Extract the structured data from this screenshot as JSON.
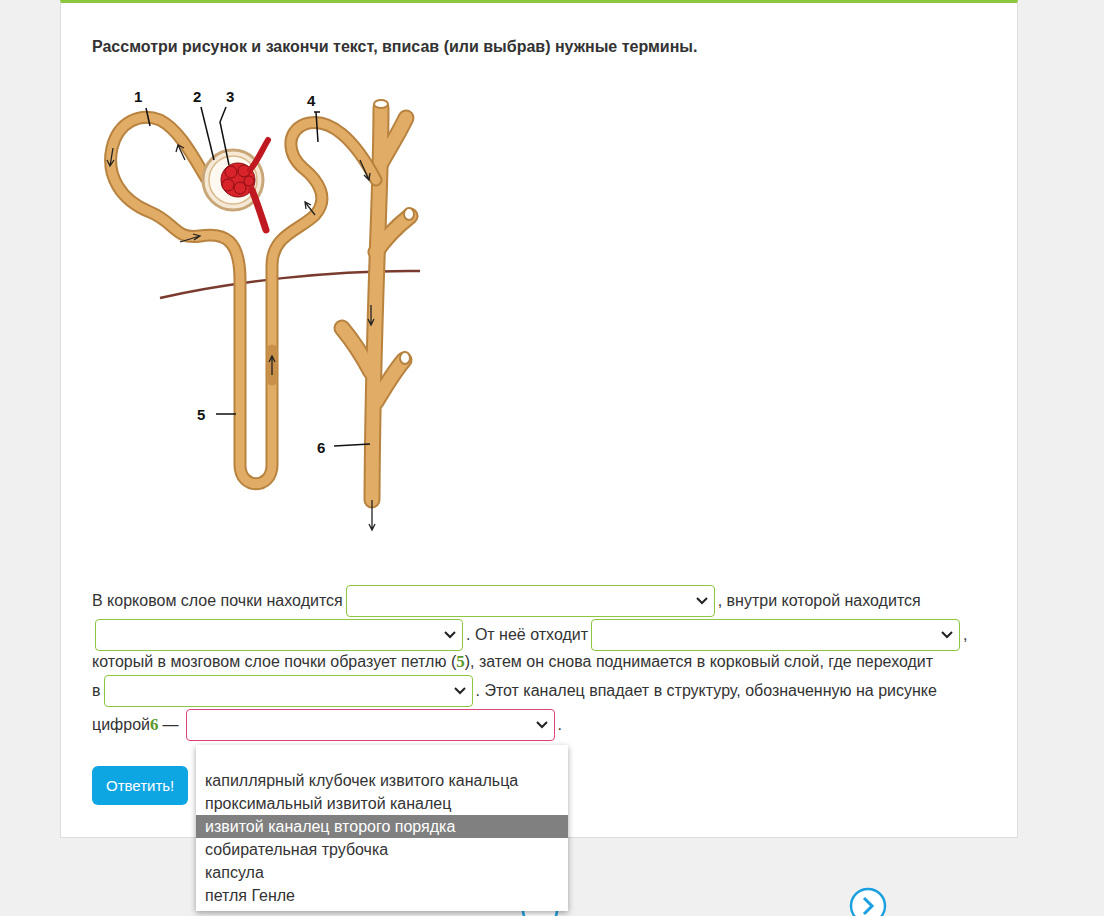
{
  "diagram": {
    "title": "Рассмотри рисунок и закончи текст, вписав (или выбрав) нужные термины.",
    "nodes": [
      {
        "text": [
          "капиллярный клубочек извитого канальца",
          "проксимальный извитой каналец",
          "извитой каналец второго порядка",
          "собирательная трубочка",
          "капсула",
          "петля Генле"
        ]
      },
      {
        "text": [
          "Ответить!"
        ]
      }
    ],
    "edges": [],
    "labels": [
      "1",
      "2",
      "3",
      "4",
      "5",
      "6",
      "В корковом слое почки находится",
      ", внутри которой находится",
      ". От неё отходит",
      ",",
      "который в мозговом слое почки образует петлю (",
      "5",
      "), затем он снова поднимается в корковый слой, где переходит",
      "в",
      ". Этот каналец впадает в структуру, обозначенную на рисунке",
      "цифрой",
      "6",
      "—",
      "."
    ]
  }
}
